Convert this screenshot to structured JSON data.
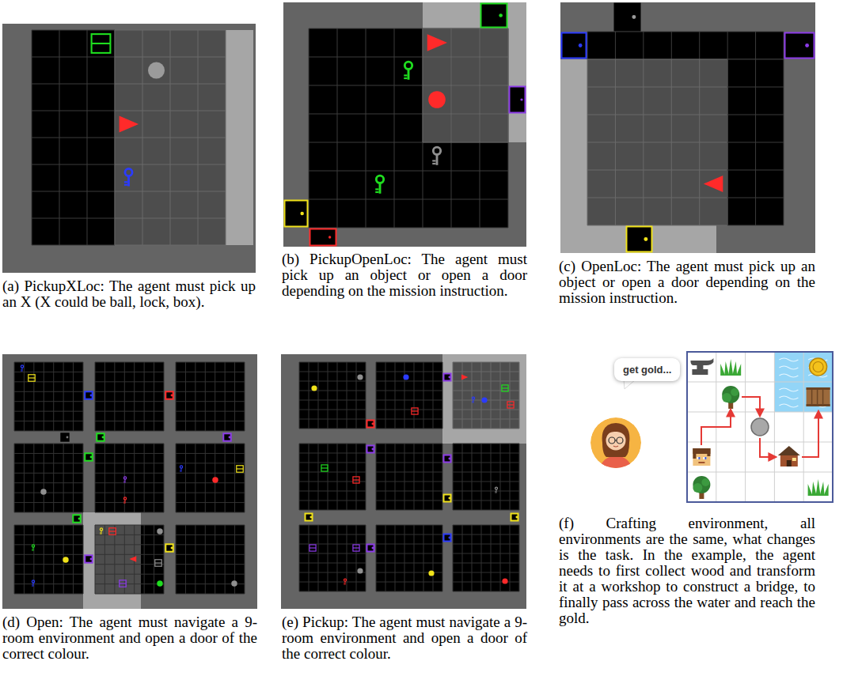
{
  "diagram": {
    "nodes": [
      {
        "text": [
          "get gold..."
        ]
      }
    ],
    "labels": [
      "(a) PickupXLoc: The agent must pick up an X (X could be ball, lock, box).",
      "(b) PickupOpenLoc: The agent must pick up an object or open a door depending on the mission instruction.",
      "(c) OpenLoc: The agent must pick up an object or open a door depending on the mission instruction.",
      "(d) Open: The agent must navigate a 9-room environment and open a door of the correct colour.",
      "(e) Pickup: The agent must navigate a 9-room environment and open a door of the correct colour.",
      "(f) Crafting environment, all environments are the same, what changes is the task. In the example, the agent needs to first collect wood and transform it at a workshop to construct a bridge, to finally pass across the water and reach the gold."
    ]
  }
}
